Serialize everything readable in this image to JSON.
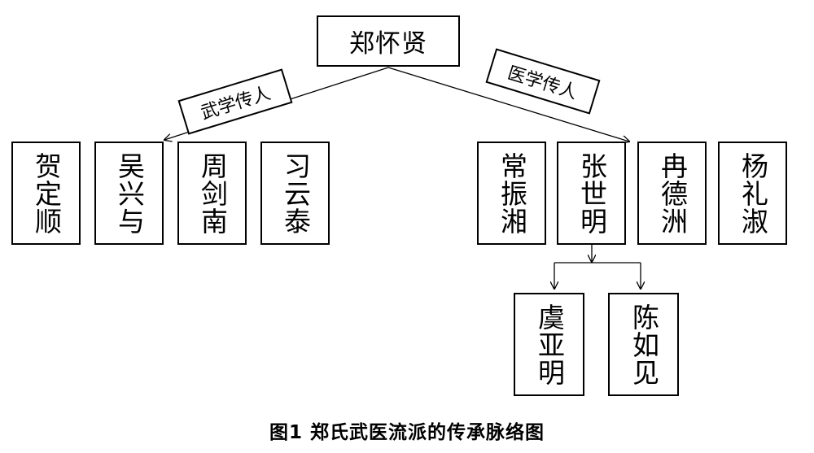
{
  "root": "郑怀贤",
  "branches": {
    "martial": {
      "label": "武学传人"
    },
    "medical": {
      "label": "医学传人"
    }
  },
  "martial_disciples": [
    "贺定顺",
    "吴兴与",
    "周剑南",
    "习云泰"
  ],
  "medical_disciples": [
    "常振湘",
    "张世明",
    "冉德洲",
    "杨礼淑"
  ],
  "third_generation": [
    "虞亚明",
    "陈如见"
  ],
  "caption": "图1  郑氏武医流派的传承脉络图"
}
